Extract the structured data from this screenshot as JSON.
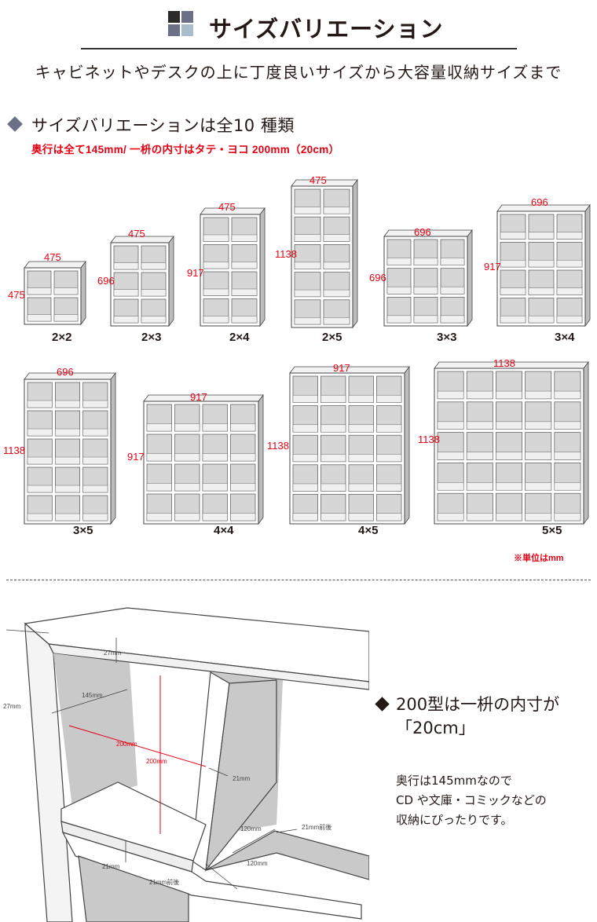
{
  "header": {
    "title": "サイズバリエーション",
    "subtitle": "キャビネットやデスクの上に丁度良いサイズから大容量収納サイズまで",
    "logo_colors": [
      "#2b2b2b",
      "#6a7187",
      "#6a7187",
      "#a9bccb"
    ]
  },
  "variations": {
    "heading": "サイズバリエーションは全10 種類",
    "note": "奥行は全て145mm/ 一枡の内寸はタテ・ヨコ 200mm（20cm）",
    "unit_note": "※単位はmm",
    "items": [
      {
        "label": "2×2",
        "width": "475",
        "height": "475",
        "cols": 2,
        "rows": 2
      },
      {
        "label": "2×3",
        "width": "475",
        "height": "696",
        "cols": 2,
        "rows": 3
      },
      {
        "label": "2×4",
        "width": "475",
        "height": "917",
        "cols": 2,
        "rows": 4
      },
      {
        "label": "2×5",
        "width": "475",
        "height": "1138",
        "cols": 2,
        "rows": 5
      },
      {
        "label": "3×3",
        "width": "696",
        "height": "696",
        "cols": 3,
        "rows": 3
      },
      {
        "label": "3×4",
        "width": "696",
        "height": "917",
        "cols": 3,
        "rows": 4
      },
      {
        "label": "3×5",
        "width": "696",
        "height": "1138",
        "cols": 3,
        "rows": 5
      },
      {
        "label": "4×4",
        "width": "917",
        "height": "917",
        "cols": 4,
        "rows": 4
      },
      {
        "label": "4×5",
        "width": "917",
        "height": "1138",
        "cols": 4,
        "rows": 5
      },
      {
        "label": "5×5",
        "width": "1138",
        "height": "1138",
        "cols": 5,
        "rows": 5
      }
    ]
  },
  "detail": {
    "labels": {
      "top_board": "27mm",
      "side_board": "27mm",
      "depth": "145mm",
      "inner_w": "200mm",
      "inner_h": "200mm",
      "partition": "21mm",
      "depth_120a": "120mm",
      "depth_120b": "120mm",
      "front_back_a": "21mm前後",
      "front_back_b": "21mm前後",
      "shelf": "21mm"
    },
    "heading_line1": "200型は一枡の内寸が",
    "heading_line2": "「20cm」",
    "body": [
      "奥行は145mmなので",
      "CD や文庫・コミックなどの",
      "収納にぴったりです。"
    ]
  }
}
